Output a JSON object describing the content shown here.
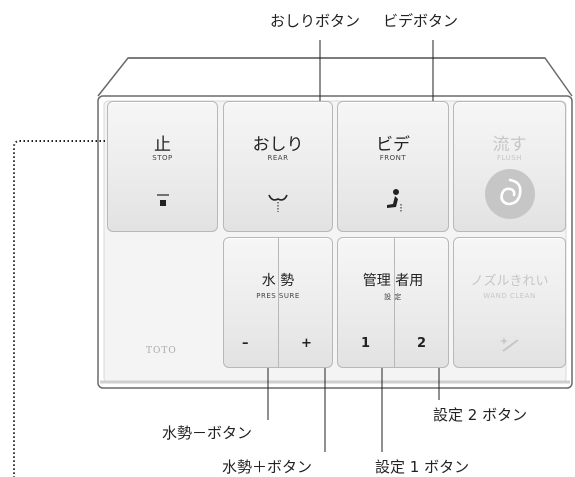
{
  "callouts": {
    "rear_button": "おしりボタン",
    "front_button": "ビデボタン",
    "pressure_minus_button": "水勢－ボタン",
    "pressure_plus_button": "水勢＋ボタン",
    "setting1_button": "設定 1 ボタン",
    "setting2_button": "設定 2 ボタン"
  },
  "panel": {
    "brand": "TOTO",
    "stop": {
      "label": "止",
      "sublabel": "STOP",
      "icon": "stop-square-icon"
    },
    "rear": {
      "label": "おしり",
      "sublabel": "REAR",
      "icon": "rear-wash-icon"
    },
    "front": {
      "label": "ビデ",
      "sublabel": "FRONT",
      "icon": "bidet-icon"
    },
    "flush": {
      "label": "流す",
      "sublabel": "FLUSH",
      "icon": "swirl-flush-icon",
      "state": "disabled"
    },
    "pressure": {
      "label": "水 勢",
      "sublabel": "PRES SURE",
      "minus": "–",
      "plus": "+"
    },
    "settings": {
      "label": "管理 者用",
      "sublabel": "設 定",
      "key1": "1",
      "key2": "2"
    },
    "wand_clean": {
      "label": "ノズルきれい",
      "sublabel": "WAND CLEAN",
      "icon": "wand-sparkle-icon",
      "state": "disabled"
    }
  },
  "colors": {
    "housing": "#ffffff",
    "outline": "#6f6f6f",
    "button_face": "#ececec",
    "flush_circle": "#c8c8c8",
    "disabled_text": "#c6c6c6"
  }
}
